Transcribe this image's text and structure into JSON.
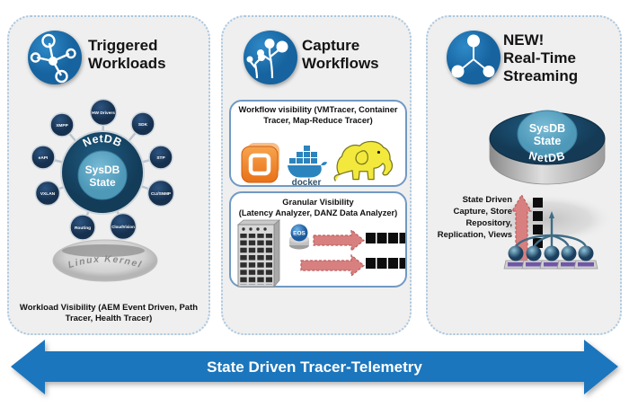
{
  "colors": {
    "accent_blue": "#1e76b4",
    "banner_blue": "#1b76bd",
    "panel_bg": "#efefef",
    "panel_border": "#a9c7e0",
    "navy_node": "#1d3c64",
    "hub_teal_navy": "#1d4d70",
    "core_light_blue": "#5ba4c2",
    "salmon_arrow": "#d8807f",
    "vmware_orange": "#ee7a1f",
    "hadoop_yellow": "#f3e93c",
    "docker_blue": "#2b84bd"
  },
  "icons": {
    "triggered": "network-hub-icon",
    "capture": "branch-nodes-icon",
    "streaming": "network-y-icon",
    "workflow_logos": [
      "vmware-logo",
      "docker-logo",
      "hadoop-elephant-logo"
    ]
  },
  "panels": {
    "triggered": {
      "title": [
        "Triggered",
        "Workloads"
      ],
      "hub_ring_label": "NetDB",
      "hub_core": [
        "SysDB",
        "State"
      ],
      "spokes": [
        "HW Drivers",
        "XMPP",
        "SDK",
        "eAPI",
        "STP",
        "VXLAN",
        "CLI/SNMP",
        "Routing",
        "CloudVision"
      ],
      "platform_label": "Linux Kernel",
      "caption": "Workload Visibility (AEM Event Driven, Path Tracer, Health Tracer)"
    },
    "capture": {
      "title": [
        "Capture",
        "Workflows"
      ],
      "workflow_box_title": "Workflow visibility (VMTracer, Container Tracer, Map-Reduce Tracer)",
      "docker_label": "docker",
      "granular_box_title": [
        "Granular Visibility",
        "(Latency Analyzer, DANZ Data Analyzer)"
      ],
      "eos_label": "EOS"
    },
    "streaming": {
      "title": [
        "NEW!",
        "Real-Time",
        "Streaming"
      ],
      "disc_core": [
        "SysDB",
        "State"
      ],
      "disc_ring_label": "NetDB",
      "caption": [
        "State Driven",
        "Capture, Store",
        "Repository,",
        "Replication, Views"
      ]
    }
  },
  "bottom_banner": {
    "label": "State Driven Tracer-Telemetry"
  }
}
